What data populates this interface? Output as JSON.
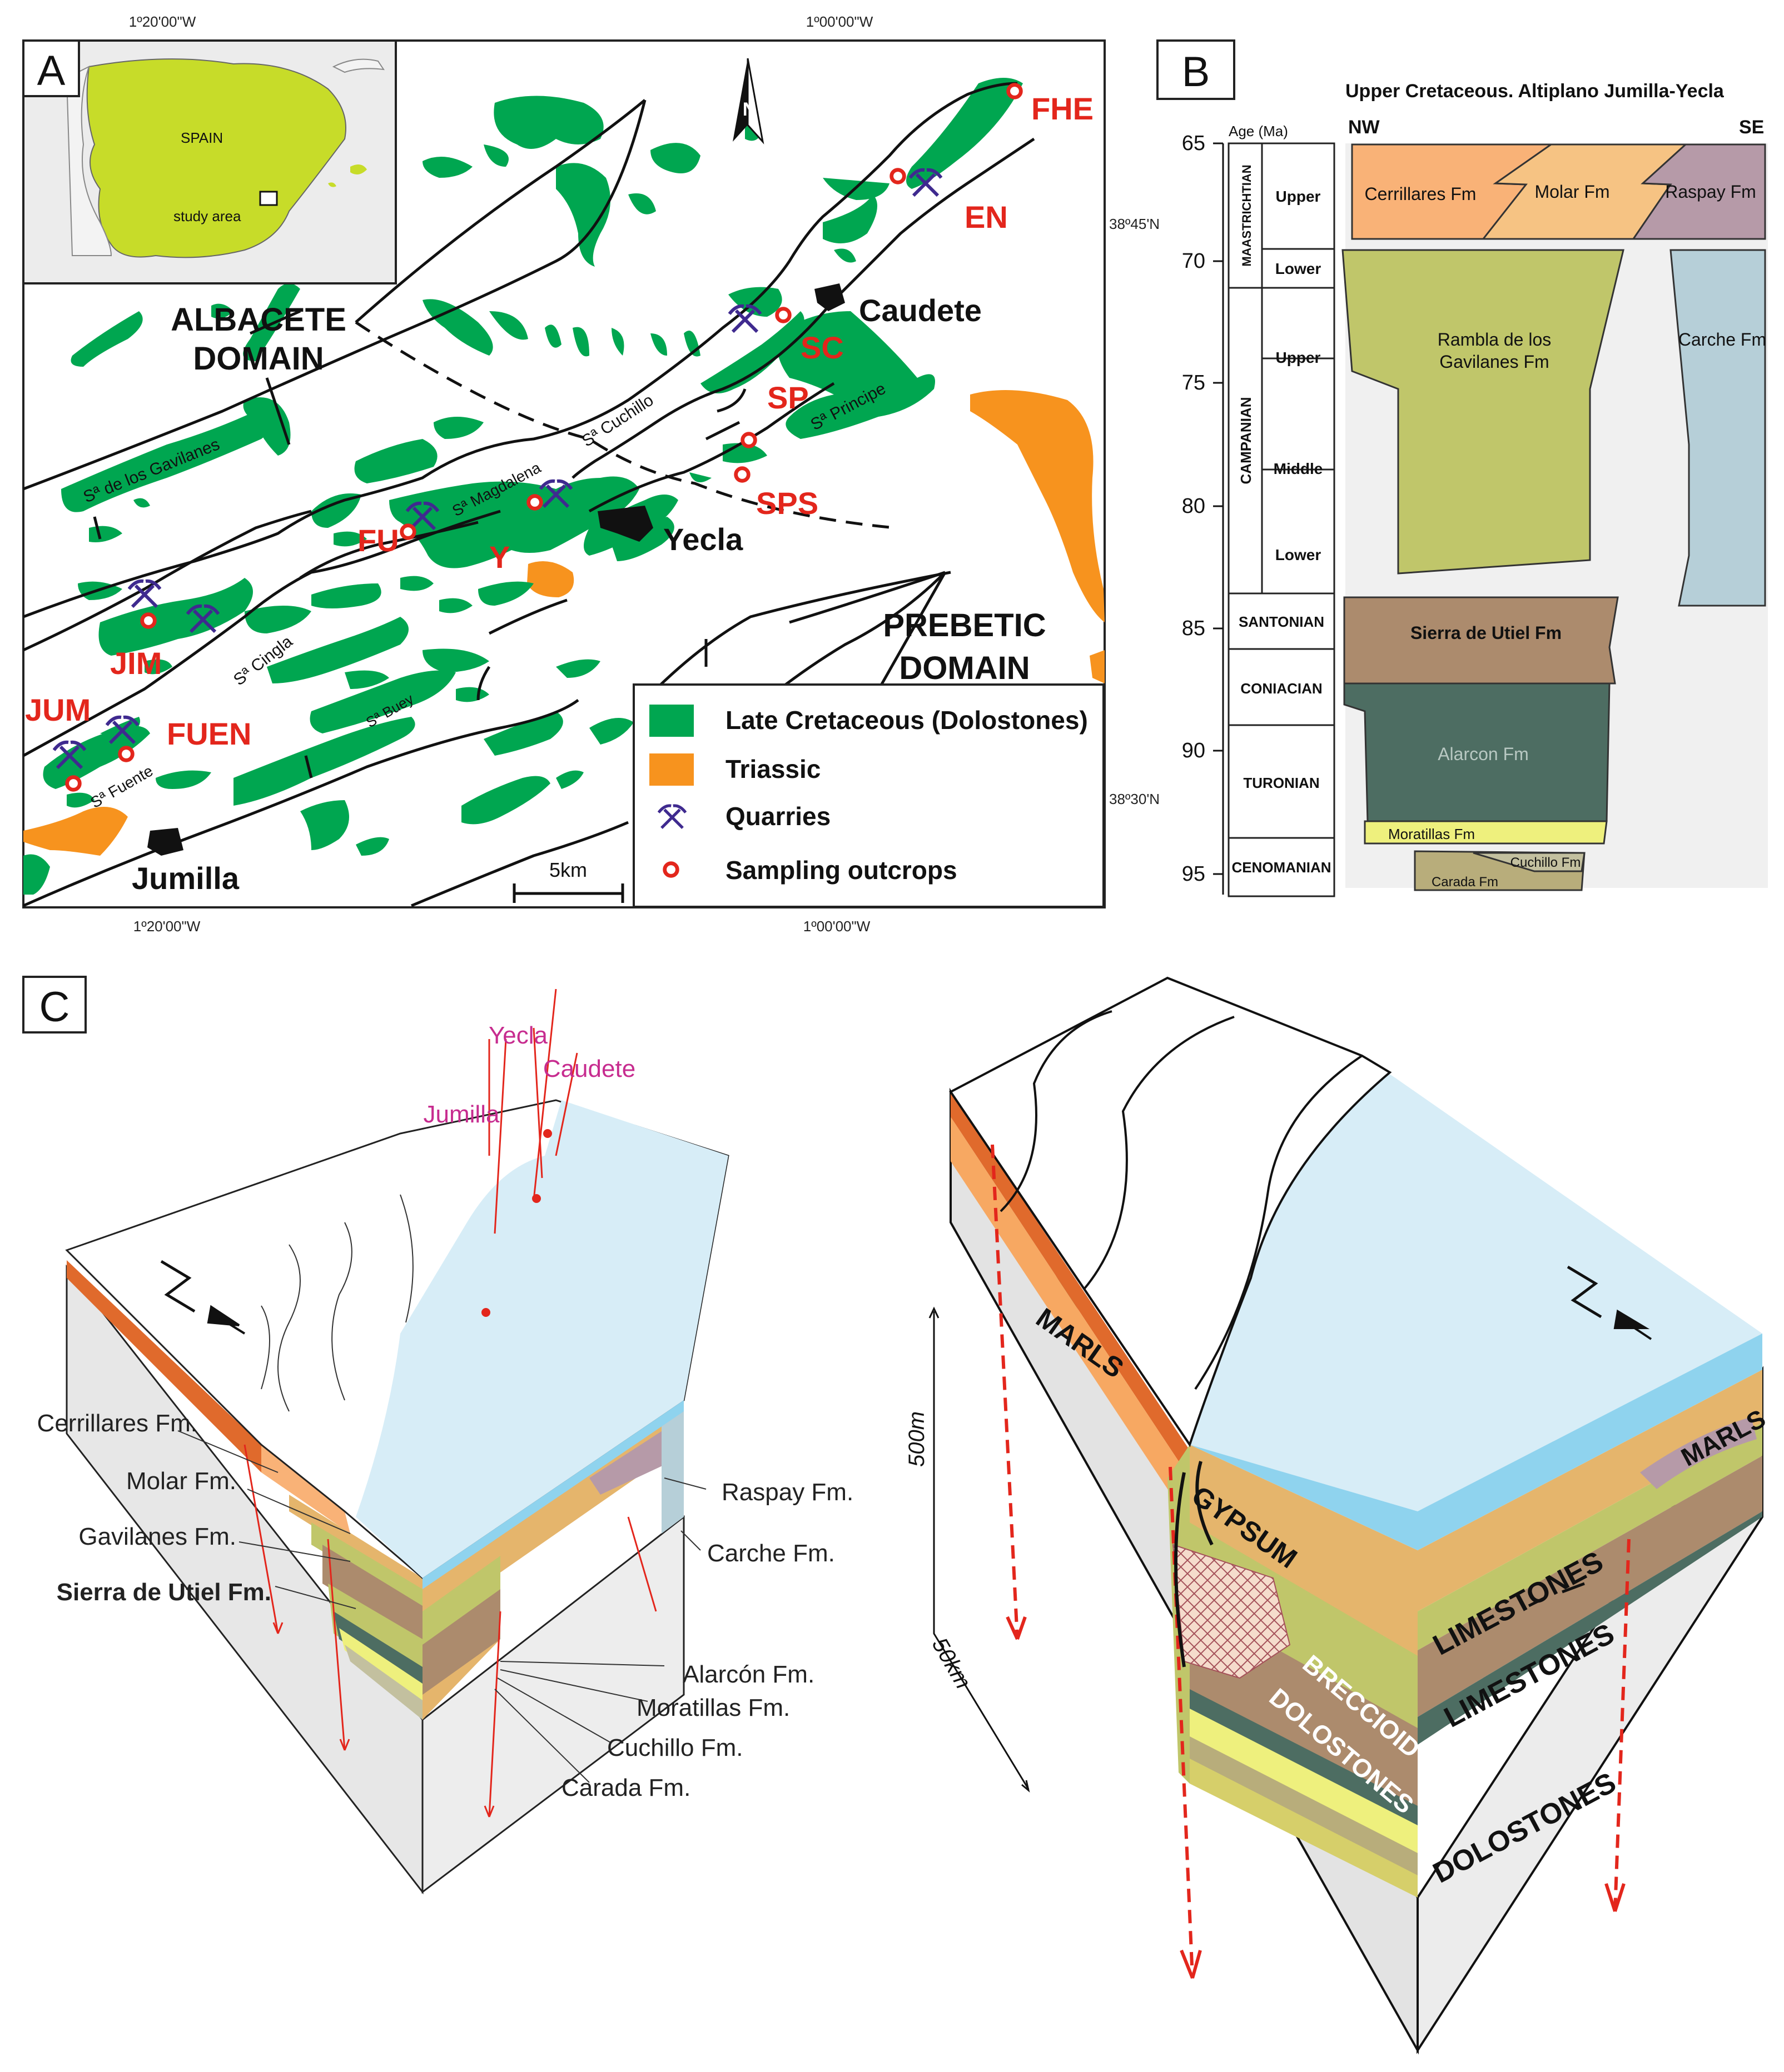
{
  "colors": {
    "late_cretaceous": "#00a650",
    "triassic": "#f7931e",
    "quarry": "#3f2a8f",
    "sampling": "#e3261c",
    "label_red": "#e3261c",
    "label_magenta": "#c72c8f",
    "spain_land": "#c7dc29",
    "cerrillares": "#f9b277",
    "molar": "#f6c383",
    "raspay": "#b69aa8",
    "gavilanes": "#c0c66a",
    "carche": "#b6cfd8",
    "utiel": "#ac8b6d",
    "alarcon": "#4d6d62",
    "moratillas": "#eef07d",
    "cuchillo": "#c3c09f",
    "carada": "#b8ad7b",
    "top_surface": "#d7edf7",
    "marls": "#f7a862",
    "limestones": "#e5b56c"
  },
  "panel_a": {
    "panel_label": "A",
    "coord_top_left": "1º20'00\"W",
    "coord_top_right": "1º00'00\"W",
    "coord_bottom_left": "1º20'00\"W",
    "coord_bottom_right": "1º00'00\"W",
    "coord_lat_top": "38º45'N",
    "coord_lat_bottom": "38º30'N",
    "inset": {
      "country": "SPAIN",
      "study_area": "study area"
    },
    "north": "N",
    "domains": {
      "albacete_1": "ALBACETE",
      "albacete_2": "DOMAIN",
      "prebetic_1": "PREBETIC",
      "prebetic_2": "DOMAIN"
    },
    "towns": {
      "caudete": "Caudete",
      "yecla": "Yecla",
      "jumilla": "Jumilla"
    },
    "ranges": {
      "gavilanes": "Sª de los Gavilanes",
      "cuchillo": "Sª Cuchillo",
      "principe": "Sª Principe",
      "magdalena": "Sª Magdalena",
      "cingla": "Sª Cingla",
      "buey": "Sª Buey",
      "fuente": "Sª Fuente"
    },
    "sites": {
      "fhe": "FHE",
      "en": "EN",
      "sc": "SC",
      "sp": "SP",
      "sps": "SPS",
      "fu": "FU",
      "y": "Y",
      "jim": "JIM",
      "jum": "JUM",
      "fuen": "FUEN"
    },
    "scale": "5km",
    "legend": [
      {
        "label": "Late Cretaceous (Dolostones)"
      },
      {
        "label": "Triassic"
      },
      {
        "label": "Quarries"
      },
      {
        "label": "Sampling outcrops"
      }
    ]
  },
  "panel_b": {
    "panel_label": "B",
    "title": "Upper Cretaceous. Altiplano Jumilla-Yecla",
    "age_label": "Age (Ma)",
    "nw": "NW",
    "se": "SE",
    "ages": [
      "65",
      "70",
      "75",
      "80",
      "85",
      "90",
      "95"
    ],
    "stages": {
      "maastrichtian": "MAASTRICHTIAN",
      "campanian": "CAMPANIAN",
      "santonian": "SANTONIAN",
      "coniacian": "CONIACIAN",
      "turonian": "TURONIAN",
      "cenomanian": "CENOMANIAN"
    },
    "substages": {
      "upper": "Upper",
      "lower": "Lower",
      "middle": "Middle"
    },
    "formations": {
      "cerrillares": "Cerrillares Fm",
      "molar": "Molar Fm",
      "raspay": "Raspay Fm",
      "rambla_1": "Rambla de los",
      "rambla_2": "Gavilanes Fm",
      "carche": "Carche Fm",
      "utiel": "Sierra de Utiel Fm",
      "alarcon": "Alarcon Fm",
      "moratillas": "Moratillas Fm",
      "cuchillo": "Cuchillo Fm",
      "carada": "Carada Fm"
    }
  },
  "panel_c": {
    "panel_label": "C",
    "towns": {
      "yecla": "Yecla",
      "jumilla": "Jumilla",
      "caudete": "Caudete"
    },
    "north": "N",
    "left_labels": {
      "cerrillares": "Cerrillares Fm.",
      "molar": "Molar Fm.",
      "gavilanes": "Gavilanes Fm.",
      "utiel": "Sierra de Utiel Fm."
    },
    "right_labels": {
      "raspay": "Raspay Fm.",
      "carche": "Carche Fm.",
      "alarcon": "Alarcón Fm.",
      "moratillas": "Moratillas Fm.",
      "cuchillo": "Cuchillo Fm.",
      "carada": "Carada Fm."
    },
    "scale_vertical": "500m",
    "scale_horizontal": "50km",
    "block": {
      "marls": "MARLS",
      "gypsum": "GYPSUM",
      "limestones": "LIMESTONES",
      "breccioid": "BRECCIOID",
      "dolostones": "DOLOSTONES"
    }
  }
}
